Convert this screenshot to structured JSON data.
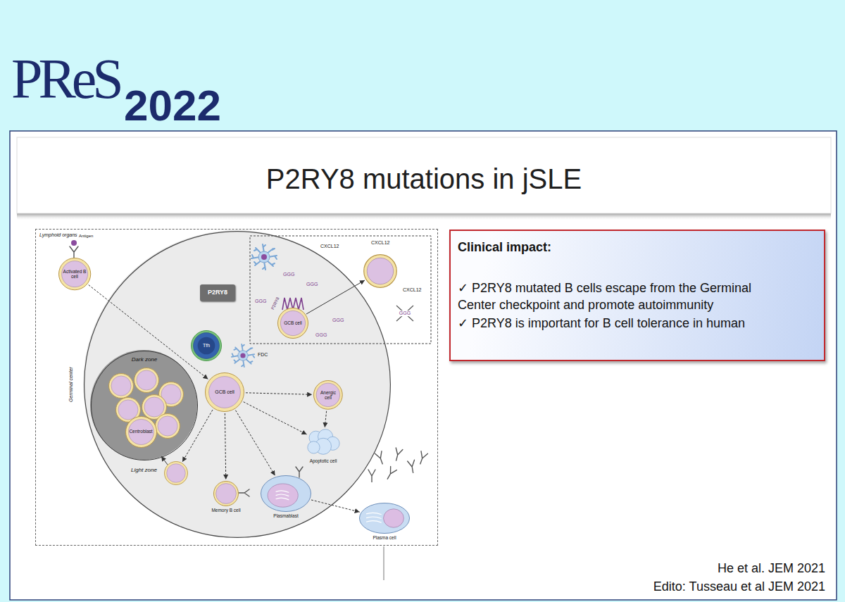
{
  "diagram": {
    "title": "P2RY8 mutations in jSLE",
    "nodes": [
      {
        "text": [
          "Lymphoid organs"
        ]
      },
      {
        "text": [
          "Germinal center"
        ],
        "in": 0
      },
      {
        "text": [
          "Dark zone"
        ],
        "in": 1
      },
      {
        "text": [
          "Centroblast"
        ],
        "in": 2
      },
      {
        "text": [
          "Activated B cell"
        ],
        "in": 0
      },
      {
        "text": [
          "P2RY8"
        ],
        "in": 1
      },
      {
        "text": [
          "Tfh"
        ],
        "in": 1
      },
      {
        "text": [
          "GCB cell"
        ],
        "in": 1
      },
      {
        "text": [
          "GCB cell"
        ],
        "in": 1
      },
      {
        "text": [
          "Anergic cell"
        ],
        "in": 1
      },
      {
        "text": [
          "Apoptotic cell"
        ],
        "in": 1
      },
      {
        "text": [
          "Memory B cell"
        ],
        "in": 1
      },
      {
        "text": [
          "Plasmablast"
        ],
        "in": 1
      },
      {
        "text": [
          "Plasma cell"
        ],
        "in": 0
      },
      {
        "text": [
          "Clinical impact:",
          "✓ P2RY8 mutated B cells escape from the Germinal Center checkpoint and promote autoimmunity",
          "✓ P2RY8 is important for B cell tolerance in human"
        ]
      }
    ],
    "edges": [
      {
        "from": 4,
        "to": 7,
        "arrow": "to"
      },
      {
        "from": 7,
        "to": 9,
        "arrow": "to"
      },
      {
        "from": 7,
        "to": 10,
        "arrow": "to"
      },
      {
        "from": 9,
        "to": 10,
        "arrow": "to"
      },
      {
        "from": 7,
        "to": 12,
        "arrow": "to"
      },
      {
        "from": 7,
        "to": 11,
        "arrow": "to"
      },
      {
        "from": 12,
        "to": 13,
        "arrow": "to"
      }
    ],
    "labels": [
      "PReS",
      "2022",
      "Antigen",
      "FDC",
      "CXCL12",
      "CXCL12",
      "CXCL12",
      "GGG",
      "GGG",
      "GGG",
      "GGG",
      "GGG",
      "GGG",
      "P2RY8",
      "Light zone",
      "He et al. JEM 2021",
      "Edito: Tusseau et al JEM 2021"
    ]
  }
}
